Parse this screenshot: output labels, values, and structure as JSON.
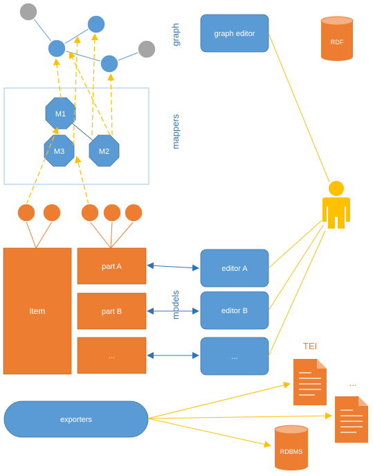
{
  "labels": {
    "graph": "graph",
    "mappers": "mappers",
    "models": "models",
    "graph_editor": "graph editor",
    "rdf": "RDF",
    "m1": "M1",
    "m2": "M2",
    "m3": "M3",
    "item": "item",
    "part_a": "part A",
    "part_b": "part B",
    "part_more": "...",
    "editor_a": "editor A",
    "editor_b": "editor B",
    "editor_more": "...",
    "tei": "TEI",
    "doc_more": "...",
    "exporters": "exporters",
    "rdbms": "RDBMS"
  },
  "colors": {
    "blue": "#5b9bd5",
    "blue_dark": "#41719c",
    "orange": "#ed7d31",
    "orange_dark": "#ae5a21",
    "gray": "#a5a5a5",
    "gold": "#ffc000",
    "gold_line": "#f2c314",
    "arrow_blue": "#2e75b6",
    "text_blue": "#2e75b6"
  }
}
